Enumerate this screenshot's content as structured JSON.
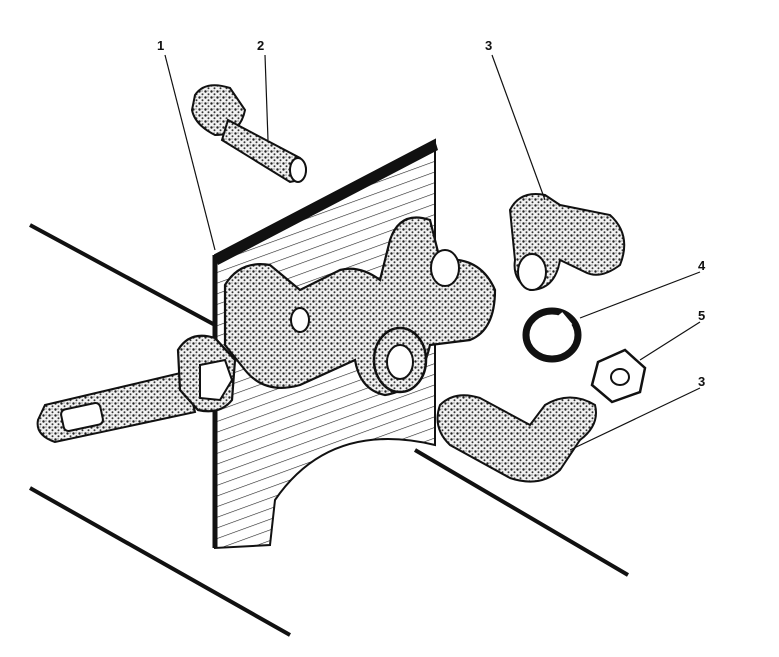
{
  "callouts": {
    "part_1": "1",
    "part_2": "2",
    "part_3_top": "3",
    "part_4": "4",
    "part_5": "5",
    "part_3_bottom": "3"
  }
}
